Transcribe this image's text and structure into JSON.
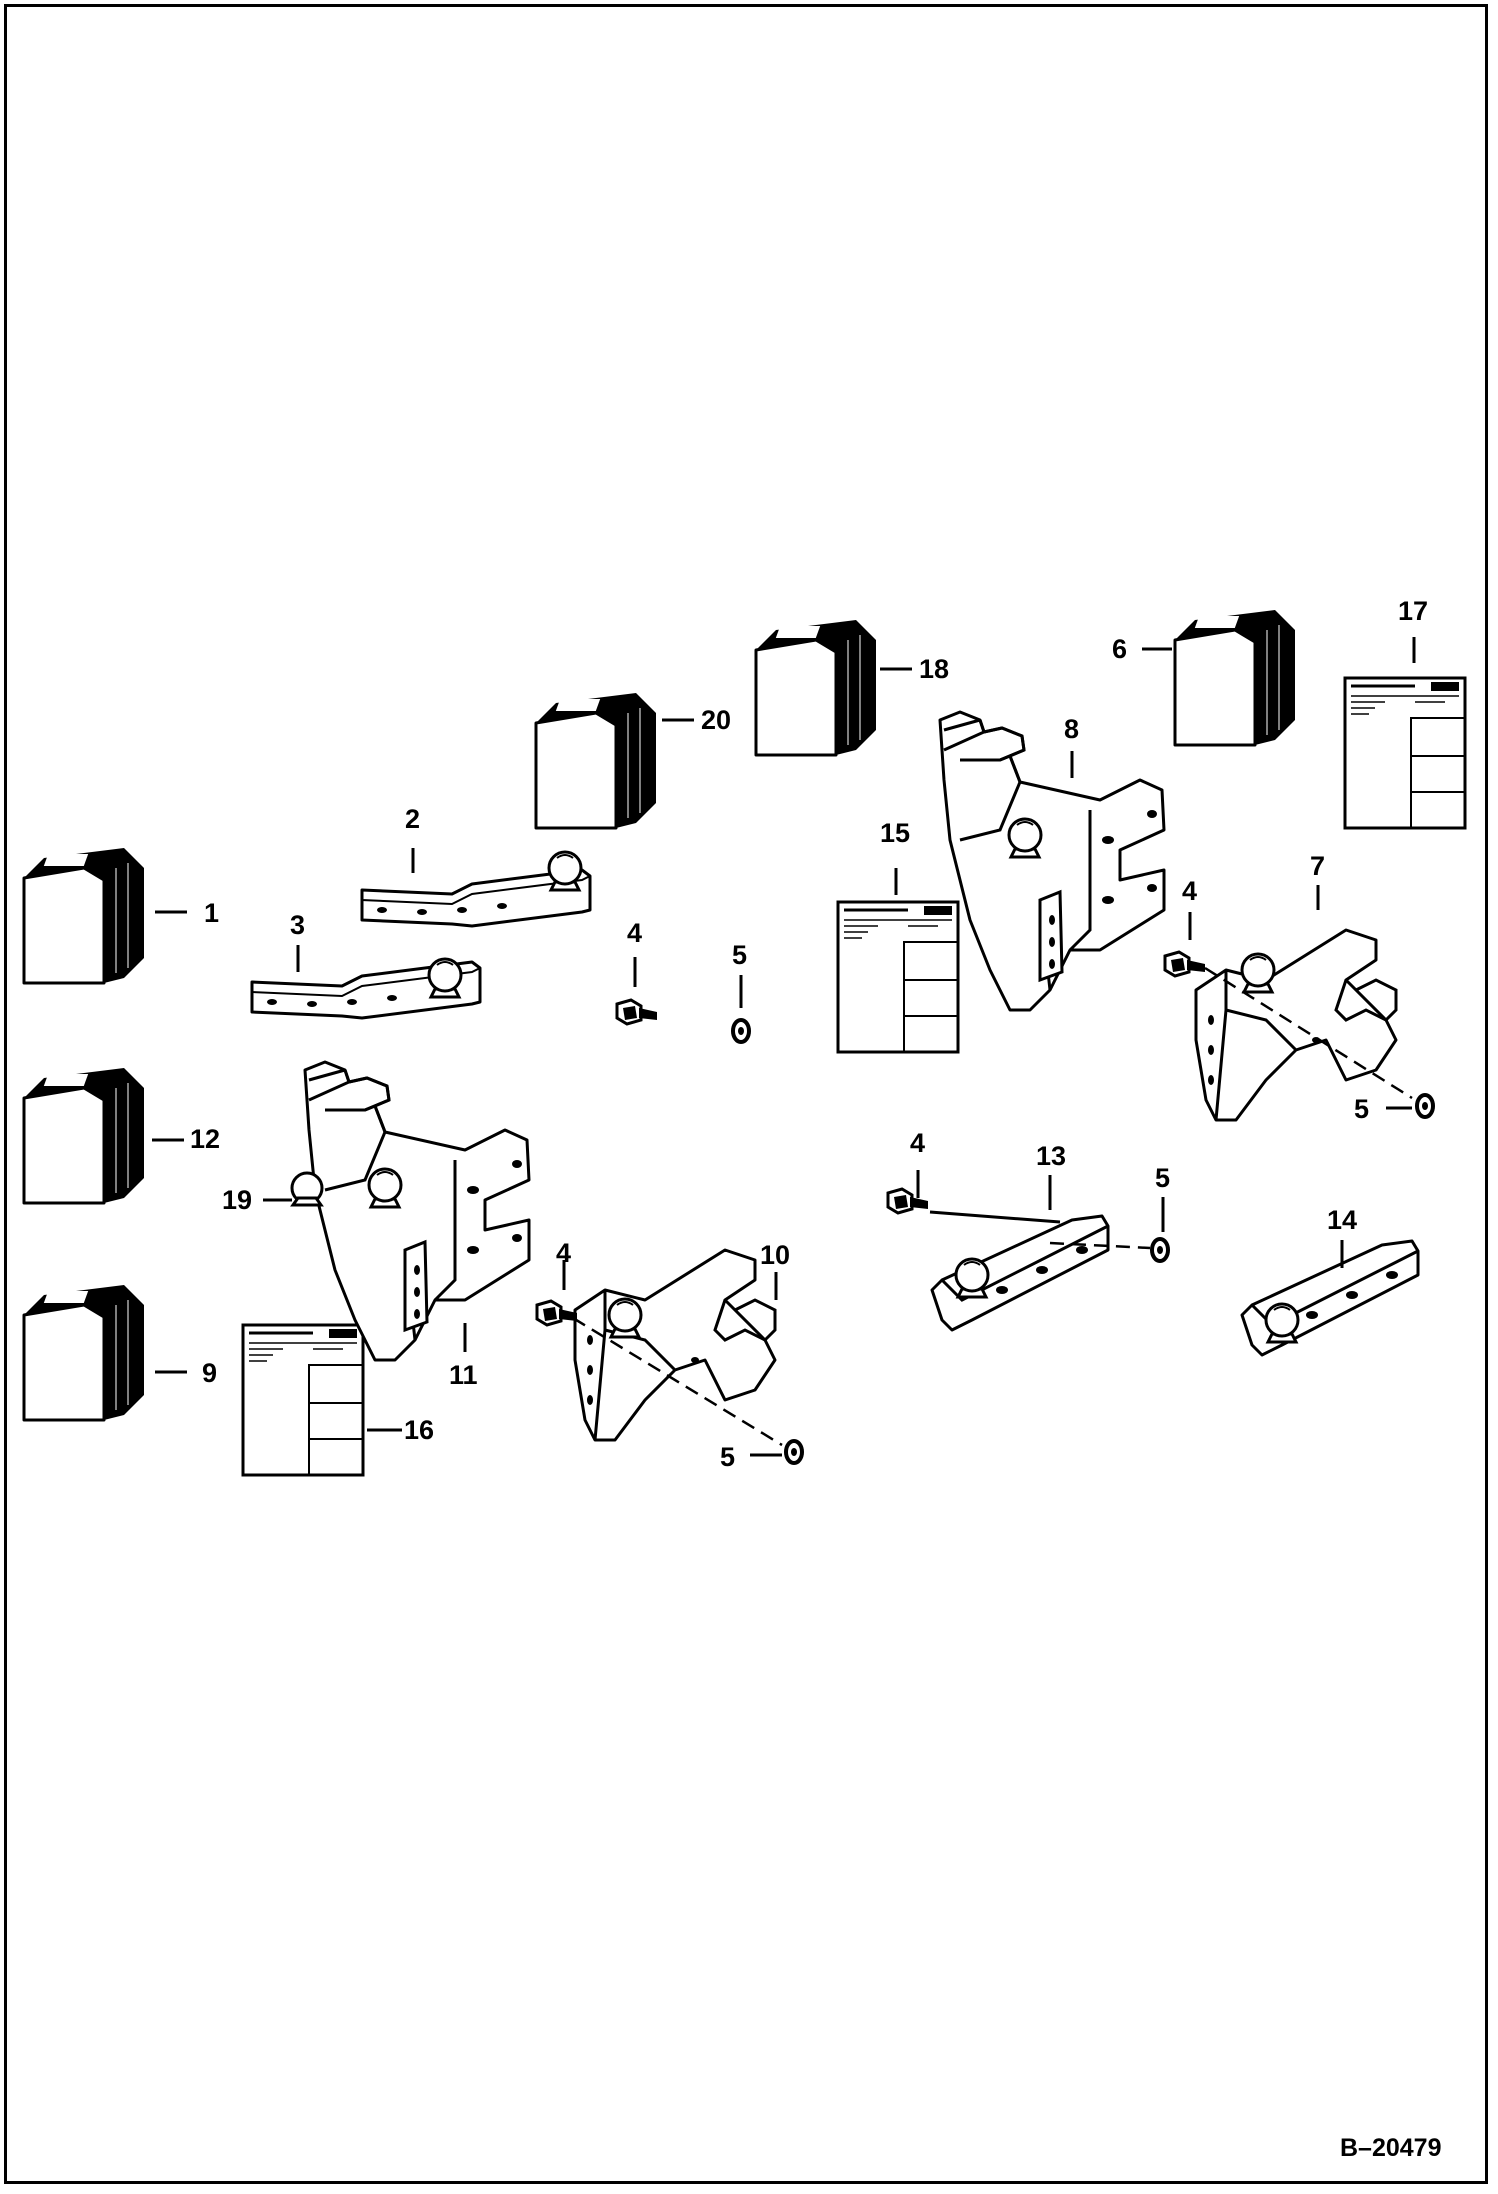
{
  "document_ref": "B–20479",
  "callouts": {
    "c1": "1",
    "c2": "2",
    "c3": "3",
    "c4a": "4",
    "c4b": "4",
    "c4c": "4",
    "c4d": "4",
    "c5a": "5",
    "c5b": "5",
    "c5c": "5",
    "c5d": "5",
    "c6": "6",
    "c7": "7",
    "c8": "8",
    "c9": "9",
    "c10": "10",
    "c11": "11",
    "c12": "12",
    "c13": "13",
    "c14": "14",
    "c15": "15",
    "c16": "16",
    "c17": "17",
    "c18": "18",
    "c19": "19",
    "c20": "20"
  }
}
